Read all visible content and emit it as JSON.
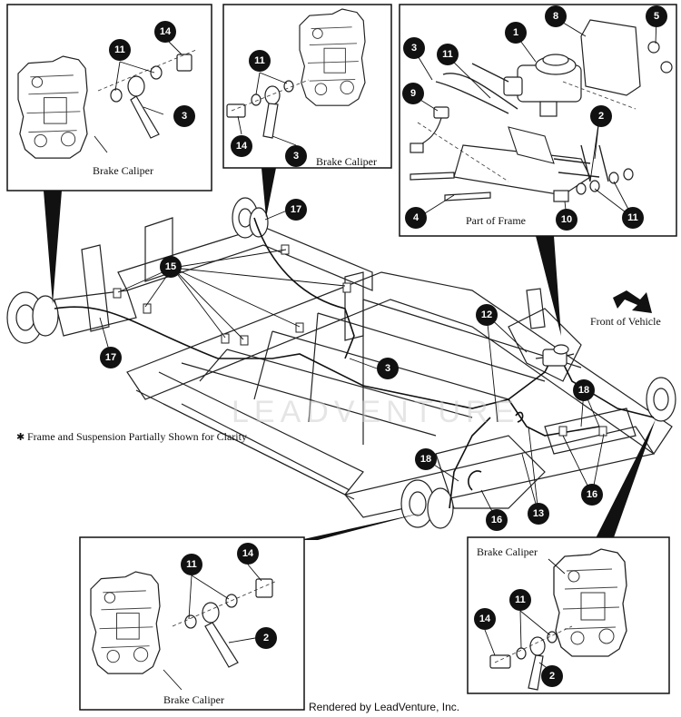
{
  "labels": {
    "caliper_tl": "Brake Caliper",
    "caliper_tm": "Brake Caliper",
    "caliper_bl": "Brake Caliper",
    "caliper_br": "Brake Caliper",
    "part_of_frame": "Part of Frame",
    "front_of_vehicle": "Front of Vehicle",
    "note": "Frame and Suspension Partially Shown for Clarity",
    "note_marker": "✱"
  },
  "watermark": "LEADVENTURE",
  "footer": "Rendered by LeadVenture, Inc.",
  "callouts": {
    "tl_11": "11",
    "tl_14": "14",
    "tl_3": "3",
    "tm_11": "11",
    "tm_14": "14",
    "tm_3": "3",
    "tr_1": "1",
    "tr_8": "8",
    "tr_5": "5",
    "tr_3": "3",
    "tr_11": "11",
    "tr_9": "9",
    "tr_2": "2",
    "tr_4": "4",
    "tr_10": "10",
    "tr_11b": "11",
    "m_17a": "17",
    "m_15": "15",
    "m_17b": "17",
    "m_3": "3",
    "m_12": "12",
    "m_18a": "18",
    "m_18b": "18",
    "m_16a": "16",
    "m_16b": "16",
    "m_13": "13",
    "bl_11": "11",
    "bl_14": "14",
    "bl_2": "2",
    "br_14": "14",
    "br_11": "11",
    "br_2": "2"
  }
}
